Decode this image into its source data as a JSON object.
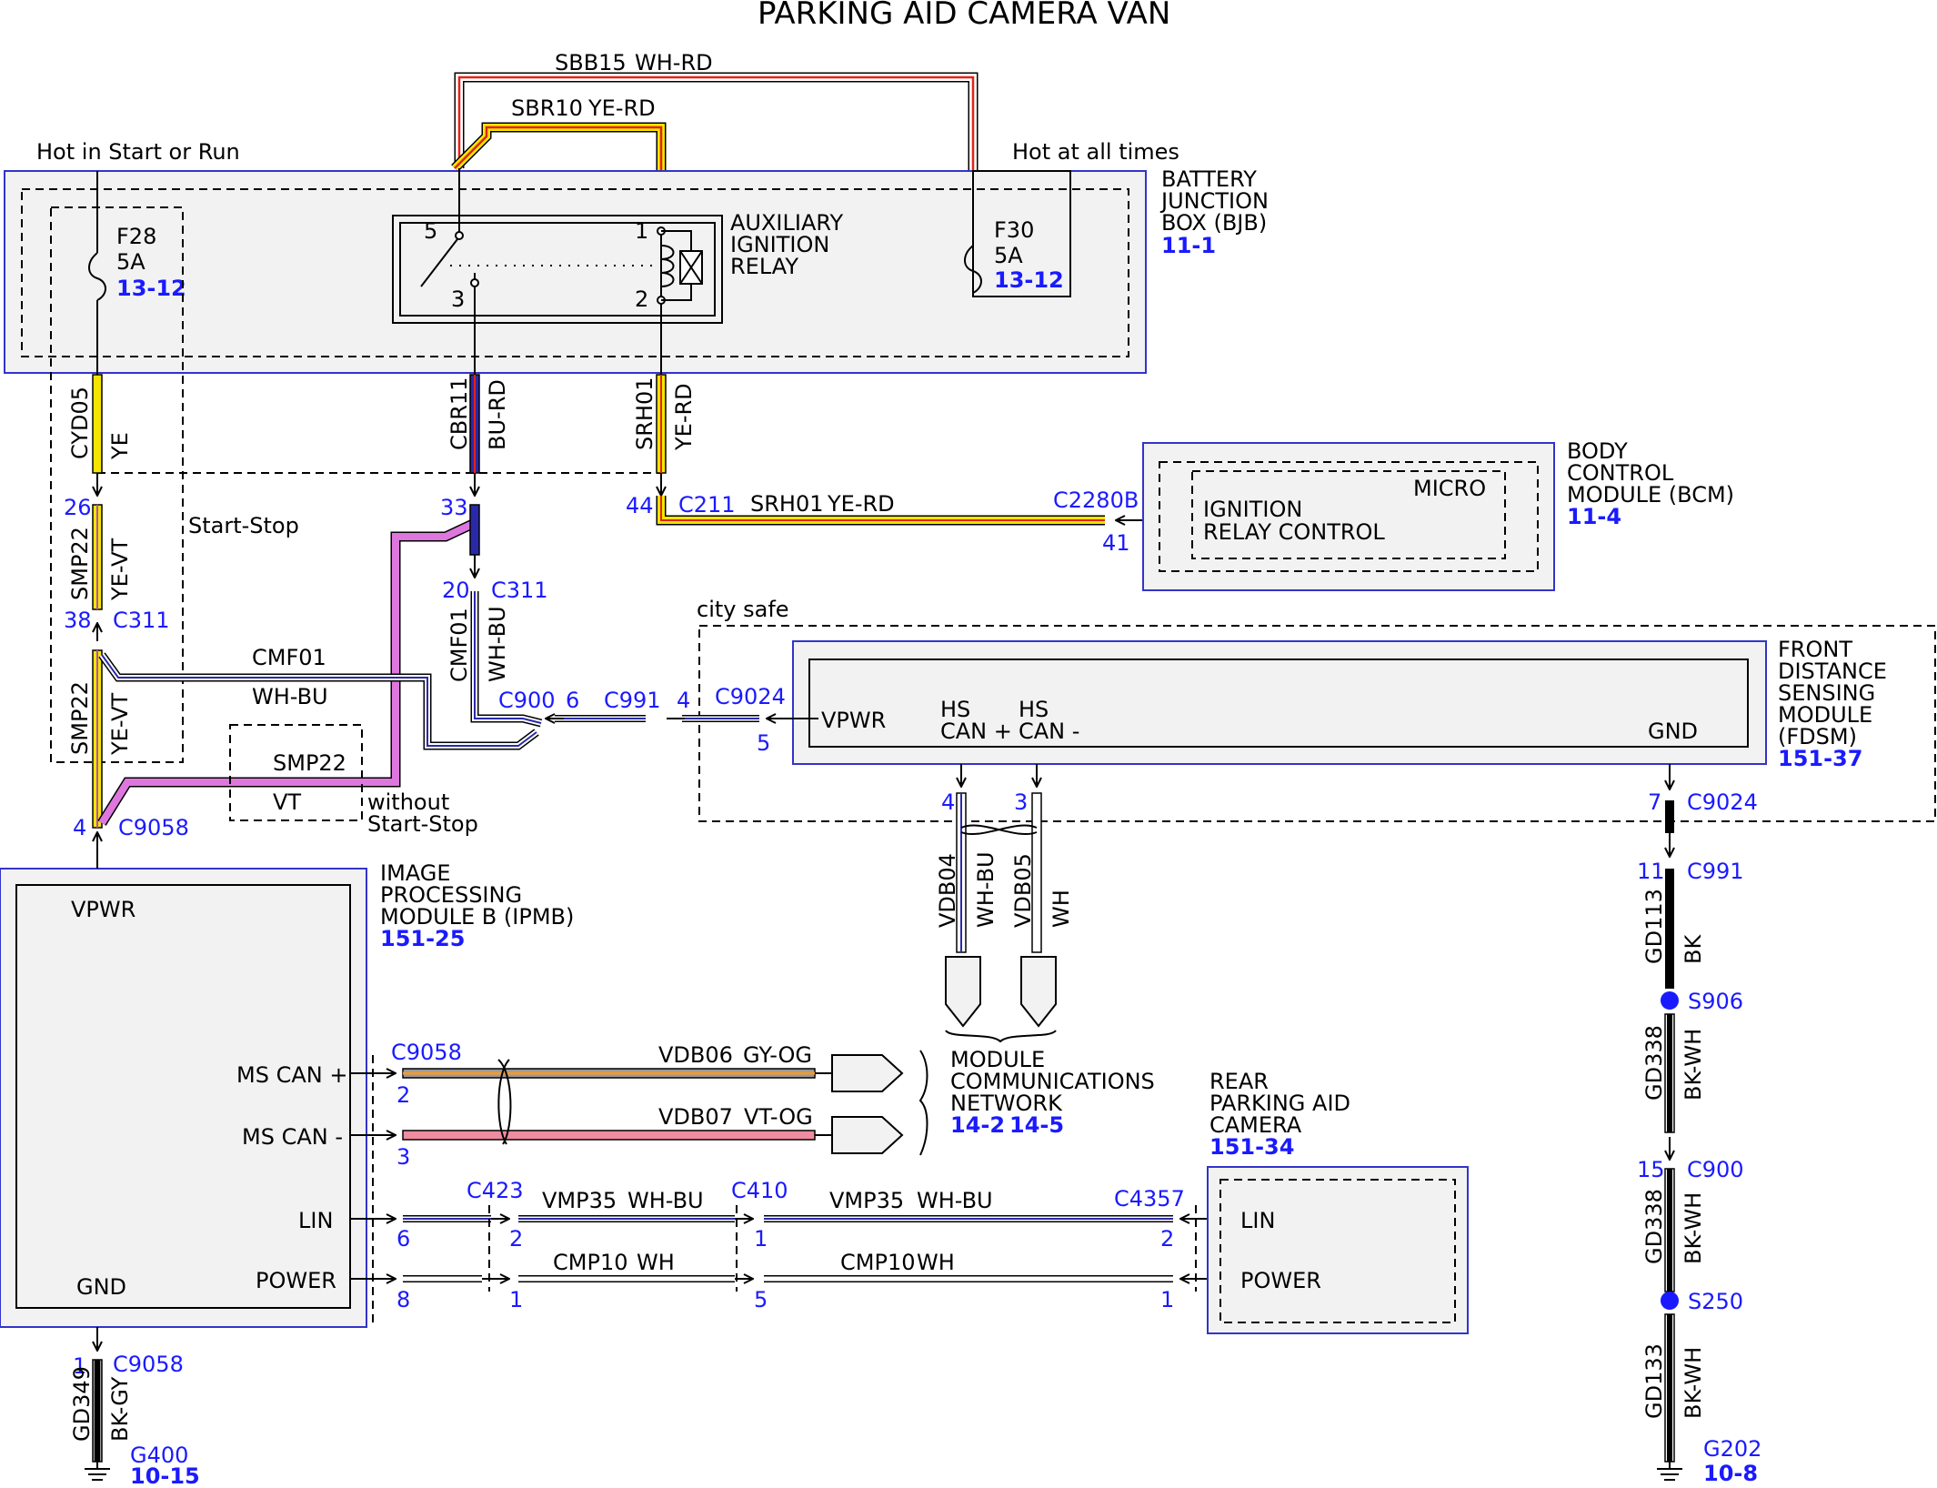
{
  "title": "PARKING AID CAMERA VAN",
  "colors": {
    "yellow": "#f5e400",
    "red": "#e2231a",
    "blue": "#2a2aa8",
    "violet": "#dd77dd",
    "pink": "#f08ca0",
    "gray": "#9a9a9a",
    "orange": "#f29a2e",
    "black": "#000000",
    "label_blue": "#1a1aff"
  },
  "power_labels": {
    "hot_start_run": "Hot in Start or Run",
    "hot_all_times": "Hot at all times"
  },
  "modules": {
    "bjb": {
      "name": [
        "BATTERY",
        "JUNCTION",
        "BOX (BJB)"
      ],
      "ref": "11-1"
    },
    "relay": {
      "name": [
        "AUXILIARY",
        "IGNITION",
        "RELAY"
      ],
      "pins": [
        "5",
        "1",
        "3",
        "2"
      ]
    },
    "f28": {
      "name": "F28",
      "amps": "5A",
      "ref": "13-12"
    },
    "f30": {
      "name": "F30",
      "amps": "5A",
      "ref": "13-12"
    },
    "bcm": {
      "name": [
        "BODY",
        "CONTROL",
        "MODULE (BCM)"
      ],
      "ref": "11-4",
      "inner": "MICRO",
      "function": [
        "IGNITION",
        "RELAY CONTROL"
      ]
    },
    "fdsm": {
      "name": [
        "FRONT",
        "DISTANCE",
        "SENSING",
        "MODULE",
        "(FDSM)"
      ],
      "ref": "151-37",
      "pins": {
        "vpwr": "VPWR",
        "hs_can_plus": [
          "HS",
          "CAN +"
        ],
        "hs_can_minus": [
          "HS",
          "CAN -"
        ],
        "gnd": "GND"
      }
    },
    "ipmb": {
      "name": [
        "IMAGE",
        "PROCESSING",
        "MODULE B (IPMB)"
      ],
      "ref": "151-25",
      "pins": {
        "vpwr": "VPWR",
        "ms_can_plus": "MS CAN +",
        "ms_can_minus": "MS CAN -",
        "lin": "LIN",
        "power": "POWER",
        "gnd": "GND"
      }
    },
    "camera": {
      "name": [
        "REAR",
        "PARKING AID",
        "CAMERA"
      ],
      "ref": "151-34",
      "pins": {
        "lin": "LIN",
        "power": "POWER"
      }
    },
    "network": {
      "name": [
        "MODULE",
        "COMMUNICATIONS",
        "NETWORK"
      ],
      "refs": [
        "14-2",
        "14-5"
      ]
    }
  },
  "notes": {
    "start_stop": "Start-Stop",
    "without_start_stop": [
      "without",
      "Start-Stop"
    ],
    "city_safe": "city safe"
  },
  "wires": {
    "sbb15": {
      "circuit": "SBB15",
      "color": "WH-RD"
    },
    "sbr10": {
      "circuit": "SBR10",
      "color": "YE-RD"
    },
    "cyd05": {
      "circuit": "CYD05",
      "color": "YE"
    },
    "cbr11": {
      "circuit": "CBR11",
      "color": "BU-RD"
    },
    "srh01_v": {
      "circuit": "SRH01",
      "color": "YE-RD"
    },
    "srh01_h": {
      "circuit": "SRH01",
      "color": "YE-RD"
    },
    "smp22_a": {
      "circuit": "SMP22",
      "color": "YE-VT"
    },
    "smp22_b": {
      "circuit": "SMP22",
      "color": "YE-VT"
    },
    "smp22_c": {
      "circuit": "SMP22",
      "color": "VT"
    },
    "cmf01_h": {
      "circuit": "CMF01",
      "color": "WH-BU"
    },
    "cmf01_v": {
      "circuit": "CMF01",
      "color": "WH-BU"
    },
    "vdb04": {
      "circuit": "VDB04",
      "color": "WH-BU"
    },
    "vdb05": {
      "circuit": "VDB05",
      "color": "WH"
    },
    "vdb06": {
      "circuit": "VDB06",
      "color": "GY-OG"
    },
    "vdb07": {
      "circuit": "VDB07",
      "color": "VT-OG"
    },
    "vmp35_a": {
      "circuit": "VMP35",
      "color": "WH-BU"
    },
    "vmp35_b": {
      "circuit": "VMP35",
      "color": "WH-BU"
    },
    "cmp10_a": {
      "circuit": "CMP10",
      "color": "WH"
    },
    "cmp10_b": {
      "circuit": "CMP10",
      "color": "WH"
    },
    "gd349": {
      "circuit": "GD349",
      "color": "BK-GY"
    },
    "gd113": {
      "circuit": "GD113",
      "color": "BK"
    },
    "gd338_a": {
      "circuit": "GD338",
      "color": "BK-WH"
    },
    "gd338_b": {
      "circuit": "GD338",
      "color": "BK-WH"
    },
    "gd133": {
      "circuit": "GD133",
      "color": "BK-WH"
    }
  },
  "connectors": {
    "c26": {
      "pin": "26"
    },
    "c38": {
      "pin": "38",
      "name": "C311"
    },
    "c33": {
      "pin": "33"
    },
    "c20": {
      "pin": "20",
      "name": "C311"
    },
    "c44": {
      "pin": "44",
      "name": "C211"
    },
    "c41": {
      "pin": "41",
      "name": "C2280B"
    },
    "c4_ipmb": {
      "pin": "4",
      "name": "C9058"
    },
    "c900_left": {
      "pin": "6",
      "name": "C900"
    },
    "c991_left": {
      "pin": "4",
      "name": "C991"
    },
    "c9024_left": {
      "pin": "5",
      "name": "C9024"
    },
    "c9024_hs_plus": {
      "pin": "4"
    },
    "c9024_hs_minus": {
      "pin": "3"
    },
    "c9024_gnd": {
      "pin": "7",
      "name": "C9024"
    },
    "c991_gnd": {
      "pin": "11",
      "name": "C991"
    },
    "s906": {
      "name": "S906"
    },
    "c900_gnd": {
      "pin": "15",
      "name": "C900"
    },
    "s250": {
      "name": "S250"
    },
    "c9058_ms": {
      "name": "C9058",
      "pin_plus": "2",
      "pin_minus": "3"
    },
    "c9058_lin": {
      "pin": "6"
    },
    "c9058_pwr": {
      "pin": "8"
    },
    "c423": {
      "name": "C423",
      "pin_lin": "2",
      "pin_pwr": "1"
    },
    "c410": {
      "name": "C410",
      "pin_lin": "1",
      "pin_pwr": "5"
    },
    "c4357": {
      "name": "C4357",
      "pin_lin": "2",
      "pin_pwr": "1"
    },
    "c9058_gnd": {
      "pin": "1",
      "name": "C9058"
    }
  },
  "grounds": {
    "g400": {
      "name": "G400",
      "ref": "10-15"
    },
    "g202": {
      "name": "G202",
      "ref": "10-8"
    }
  }
}
